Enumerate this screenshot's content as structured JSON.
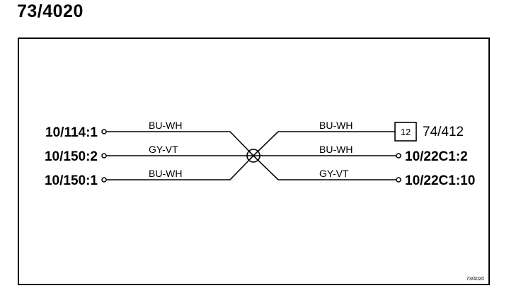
{
  "page": {
    "title": "73/4020"
  },
  "diagram": {
    "splice_id": "73/4020",
    "left_terminals": [
      "10/114:1",
      "10/150:2",
      "10/150:1"
    ],
    "left_wires": [
      "BU-WH",
      "GY-VT",
      "BU-WH"
    ],
    "right_wires": [
      "BU-WH",
      "BU-WH",
      "GY-VT"
    ],
    "connector": {
      "pin": "12",
      "name": "74/412"
    },
    "right_terminals": [
      "10/22C1:2",
      "10/22C1:10"
    ],
    "reference": "73/4020"
  }
}
